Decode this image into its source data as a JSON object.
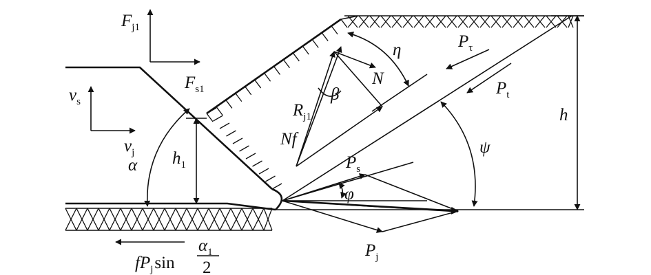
{
  "labels": {
    "Fj1": {
      "main": "F",
      "sub": "j1"
    },
    "Fs1": {
      "main": "F",
      "sub": "s1"
    },
    "vs": {
      "main": "v",
      "sub": "s"
    },
    "vj": {
      "main": "v",
      "sub": "j"
    },
    "alpha": "α",
    "h1": {
      "main": "h",
      "sub": "1"
    },
    "Rj1": {
      "main": "R",
      "sub": "j1"
    },
    "beta": "β",
    "N": "N",
    "Nf": "Nf",
    "eta": "η",
    "Ptau": {
      "main": "P",
      "sub": "τ"
    },
    "Pt": {
      "main": "P",
      "sub": "t"
    },
    "h": "h",
    "psi": "ψ",
    "Ps": {
      "main": "P",
      "sub": "s"
    },
    "phi": "φ",
    "Pj": {
      "main": "P",
      "sub": "j"
    },
    "friction": {
      "f": "f",
      "P": "P",
      "sub": "j",
      "sin": "sin",
      "num_main": "α",
      "num_sub": "1",
      "den": "2"
    }
  }
}
